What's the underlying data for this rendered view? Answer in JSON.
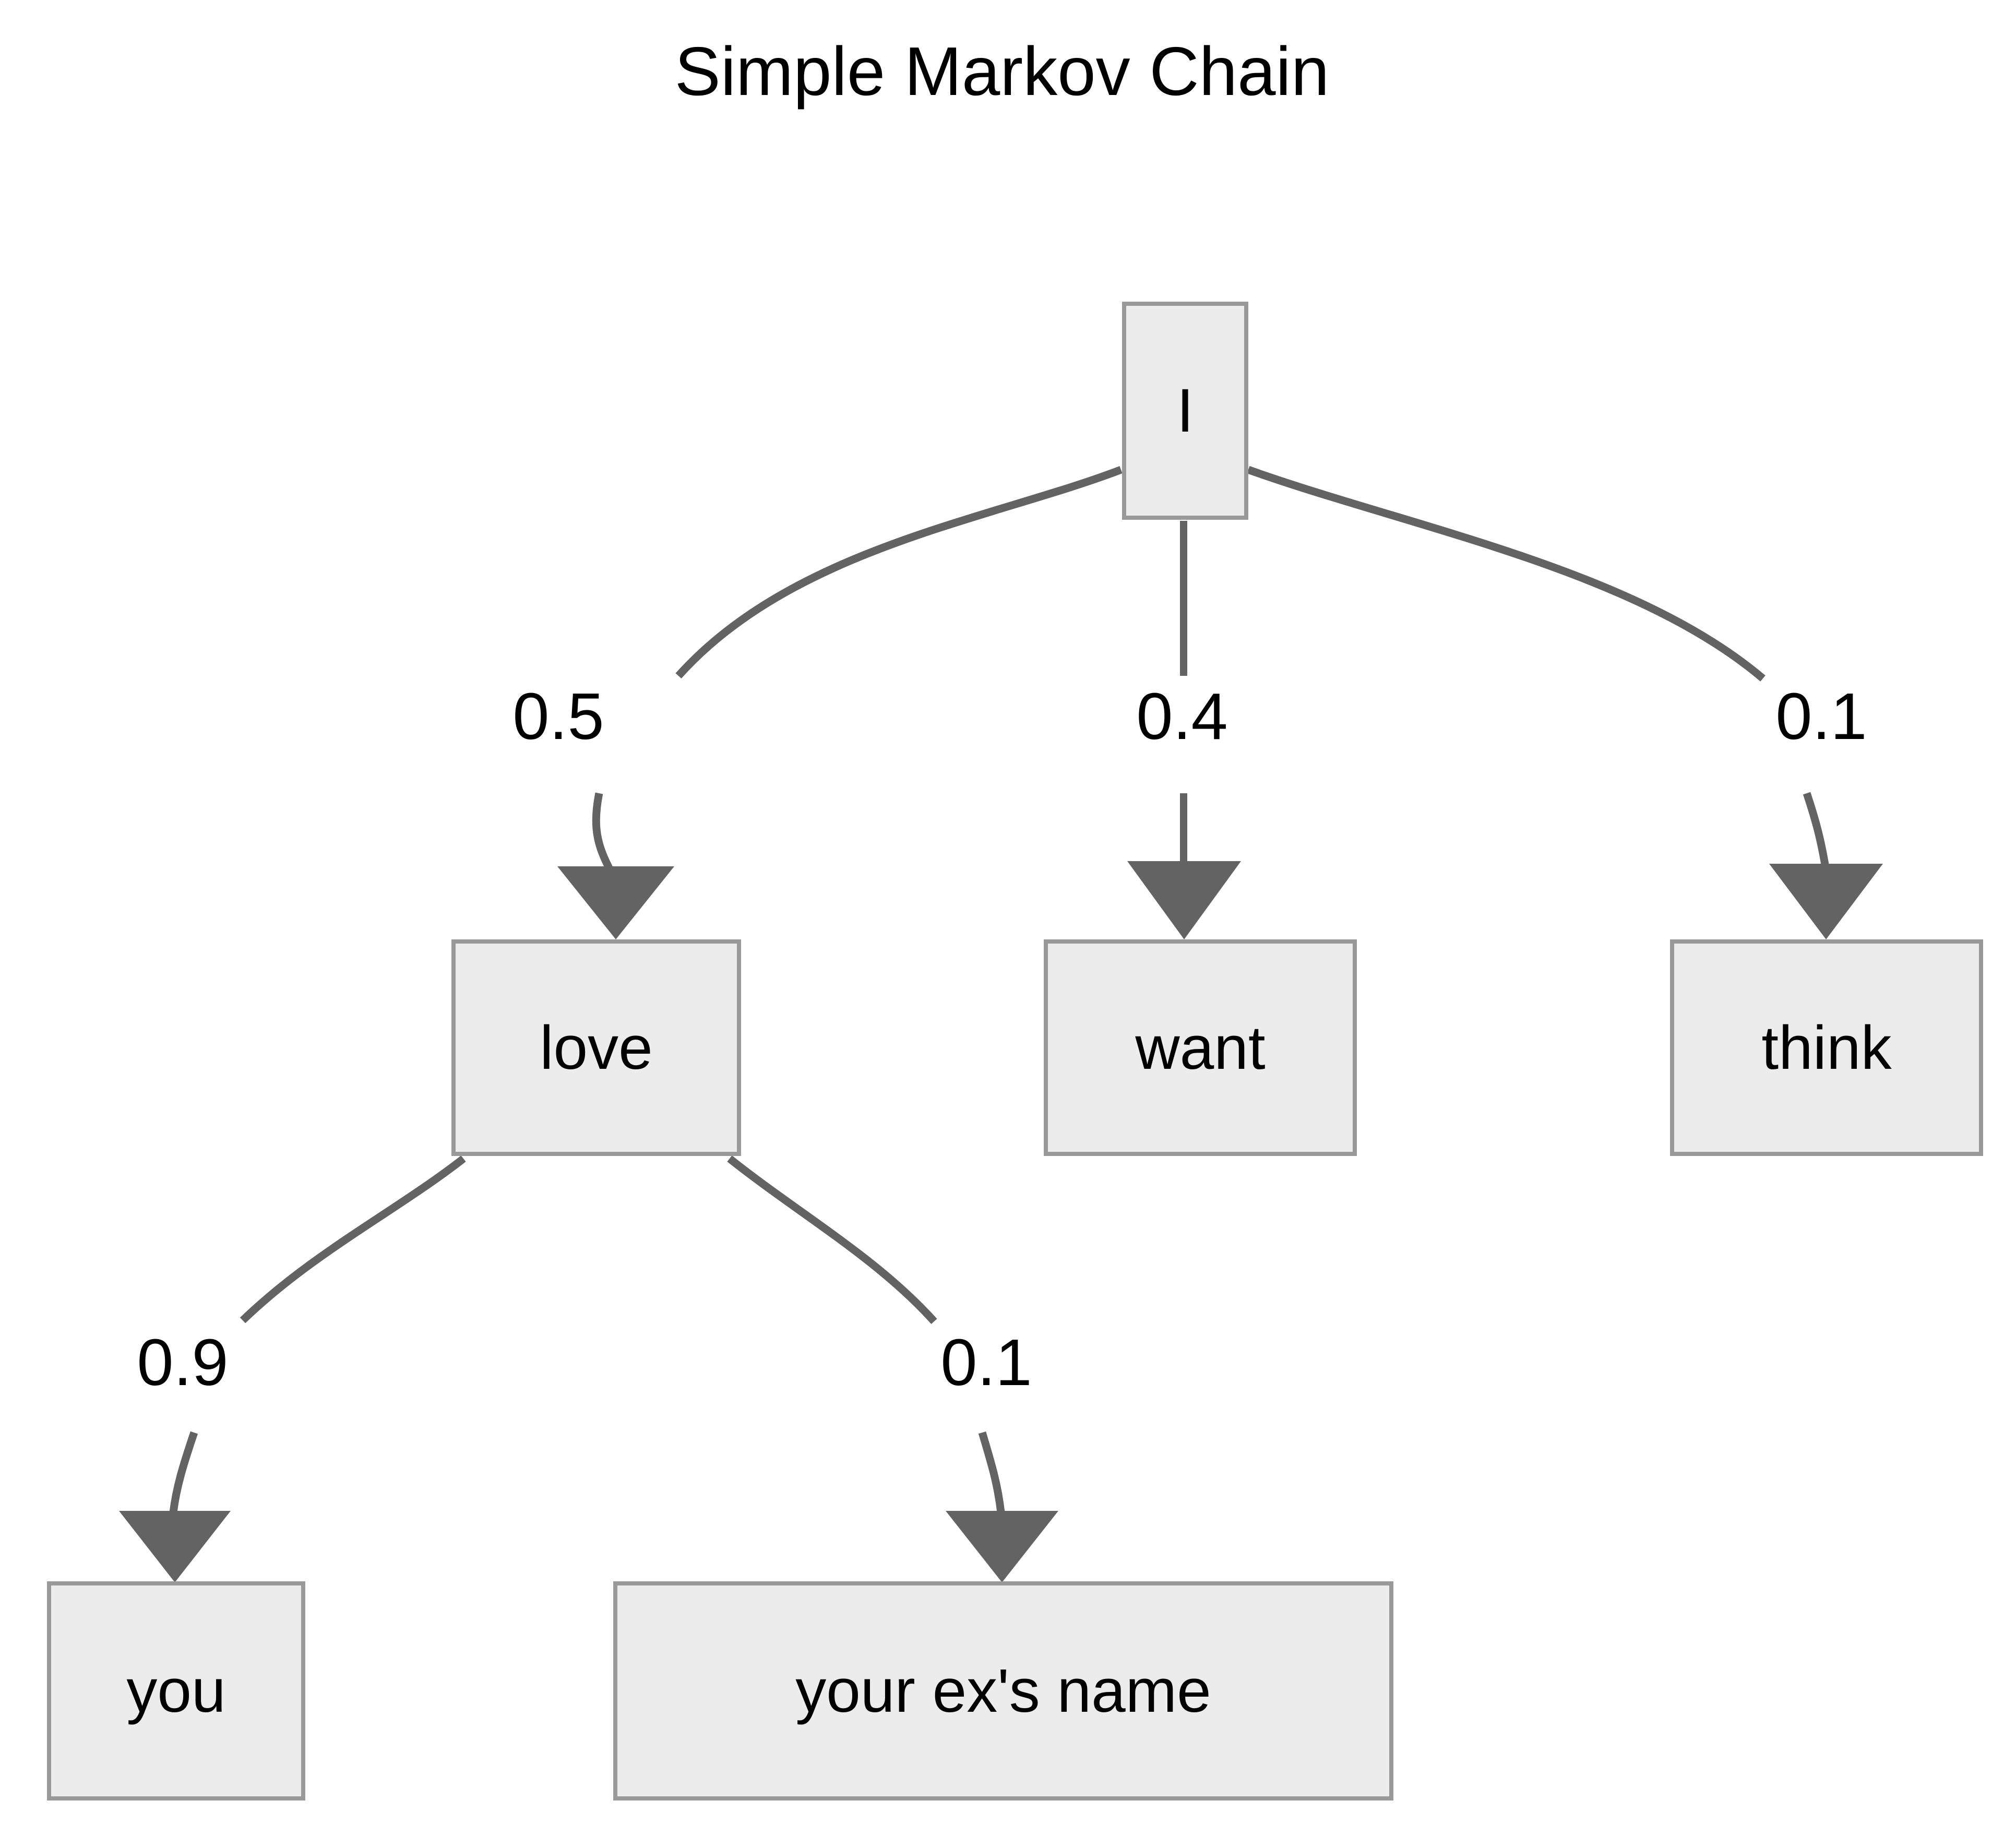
{
  "title": "Simple Markov Chain",
  "colors": {
    "background": "#ffffff",
    "node_fill": "#ececec",
    "node_border": "#999999",
    "edge": "#636363",
    "text": "#000000"
  },
  "chart_data": {
    "type": "diagram",
    "title": "Simple Markov Chain",
    "diagram_kind": "markov-chain-tree",
    "nodes": [
      {
        "id": "I",
        "label": "I",
        "level": 0
      },
      {
        "id": "love",
        "label": "love",
        "level": 1
      },
      {
        "id": "want",
        "label": "want",
        "level": 1
      },
      {
        "id": "think",
        "label": "think",
        "level": 1
      },
      {
        "id": "you",
        "label": "you",
        "level": 2
      },
      {
        "id": "ex",
        "label": "your ex's name",
        "level": 2
      }
    ],
    "edges": [
      {
        "from": "I",
        "to": "love",
        "label": "0.5",
        "probability": 0.5
      },
      {
        "from": "I",
        "to": "want",
        "label": "0.4",
        "probability": 0.4
      },
      {
        "from": "I",
        "to": "think",
        "label": "0.1",
        "probability": 0.1
      },
      {
        "from": "love",
        "to": "you",
        "label": "0.9",
        "probability": 0.9
      },
      {
        "from": "love",
        "to": "ex",
        "label": "0.1",
        "probability": 0.1
      }
    ]
  },
  "nodes": {
    "root": {
      "label": "I"
    },
    "love": {
      "label": "love"
    },
    "want": {
      "label": "want"
    },
    "think": {
      "label": "think"
    },
    "you": {
      "label": "you"
    },
    "ex": {
      "label": "your ex's name"
    }
  },
  "edge_labels": {
    "i_love": "0.5",
    "i_want": "0.4",
    "i_think": "0.1",
    "love_you": "0.9",
    "love_ex": "0.1"
  }
}
